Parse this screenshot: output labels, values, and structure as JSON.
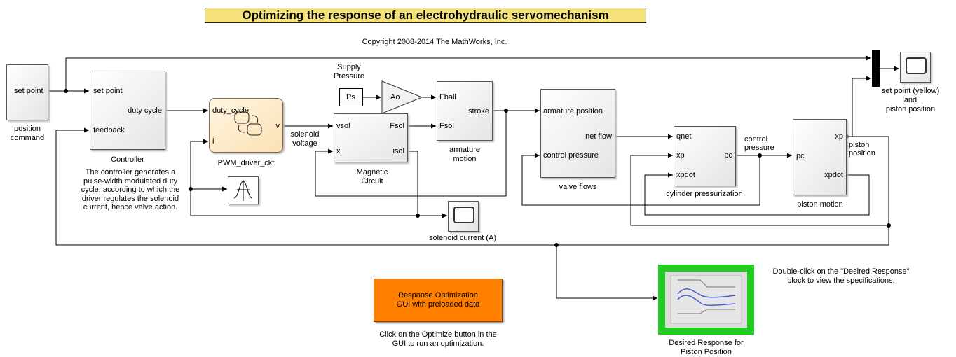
{
  "title": "Optimizing the response of an electrohydraulic servomechanism",
  "copyright": "Copyright 2008-2014 The MathWorks, Inc.",
  "blocks": {
    "set_point_source": {
      "port": "set point",
      "caption": "position\ncommand"
    },
    "controller": {
      "in1": "set point",
      "in2": "feedback",
      "out": "duty cycle",
      "caption": "Controller"
    },
    "controller_note": "The controller generates a\npulse-width modulated duty\ncycle, according to which the\ndriver regulates the solenoid\ncurrent, hence valve action.",
    "pwm": {
      "in1": "duty_cycle",
      "in2": "i",
      "out": "v",
      "caption": "PWM_driver_ckt"
    },
    "solenoid_voltage": "solenoid\nvoltage",
    "supply_pressure": "Supply\nPressure",
    "ps": "Ps",
    "gain": "Ao",
    "magnetic": {
      "in1": "vsol",
      "in2": "x",
      "out1": "Fsol",
      "out2": "isol",
      "caption": "Magnetic\nCircuit"
    },
    "armature": {
      "in1": "Fball",
      "in2": "Fsol",
      "out": "stroke",
      "caption": "armature\nmotion"
    },
    "valve": {
      "in1": "armature position",
      "in2": "control pressure",
      "out": "net flow",
      "caption": "valve flows"
    },
    "cylinder": {
      "in1": "qnet",
      "in2": "xp",
      "in3": "xpdot",
      "out": "pc",
      "caption": "cylinder pressurization"
    },
    "control_pressure": "control\npressure",
    "piston": {
      "in1": "pc",
      "out1": "xp",
      "out2": "xpdot",
      "caption": "piston motion"
    },
    "piston_position": "piston\nposition",
    "scope1_caption": "set point (yellow)\nand\npiston position",
    "scope2_caption": "solenoid current (A)",
    "optim_button": "Response Optimization\nGUI with preloaded data",
    "optim_note": "Click on the Optimize button in the\nGUI to run an optimization.",
    "desired_caption": "Desired Response for\nPiston Position",
    "desired_note": "Double-click on the \"Desired Response\"\nblock to view the specifications."
  },
  "colors": {
    "title_bg": "#f6e27a",
    "optim_bg": "#ff7f00",
    "desired_border": "#22cc22",
    "pwm_bg": "#fde8c4",
    "signal_blue": "#4a5bd6"
  }
}
